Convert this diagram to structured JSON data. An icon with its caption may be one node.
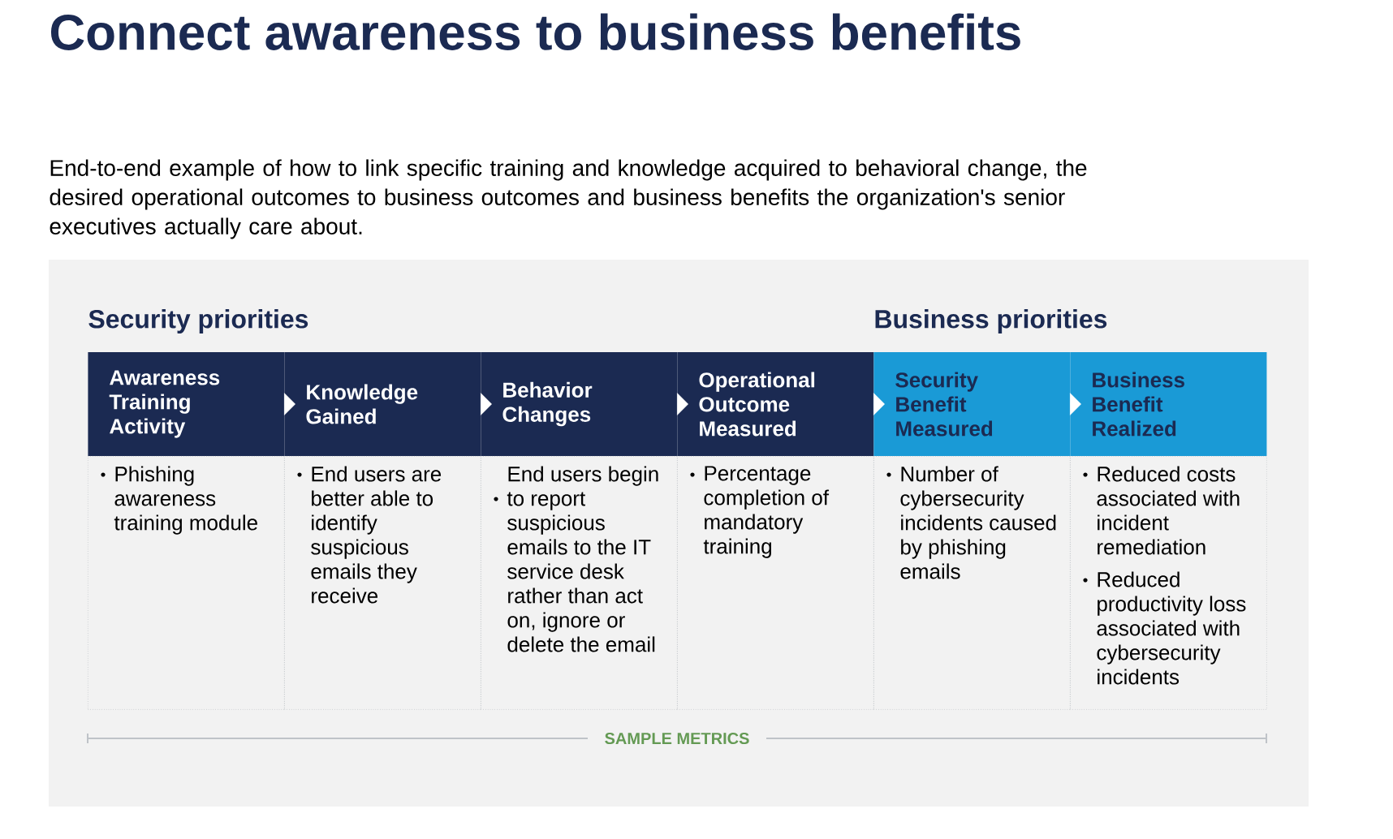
{
  "diagram": {
    "title": "Connect awareness to business benefits",
    "caption": "End-to-end example of how to link specific training and knowledge acquired to behavioral change, the desired operational outcomes to business outcomes and business benefits the organization's senior executives actually care about.",
    "nodes": [
      {
        "text": [
          "Awareness Training Activity"
        ]
      },
      {
        "text": [
          "Knowledge Gained"
        ]
      },
      {
        "text": [
          "Behavior Changes"
        ]
      },
      {
        "text": [
          "Operational Outcome Measured"
        ]
      },
      {
        "text": [
          "Security Benefit Measured"
        ]
      },
      {
        "text": [
          "Business Benefit Realized"
        ]
      },
      {
        "text": [
          "Phishing awareness training module"
        ]
      },
      {
        "text": [
          "End users are better able to identify suspicious emails they receive"
        ]
      },
      {
        "text": [
          "End users begin to report suspicious emails to the IT service desk rather than act on, ignore or delete the email"
        ]
      },
      {
        "text": [
          "Percentage completion of mandatory training"
        ]
      },
      {
        "text": [
          "Number of cybersecurity incidents caused by phishing emails"
        ]
      },
      {
        "text": [
          "Reduced costs associated with incident remediation",
          "Reduced productivity loss associated with cybersecurity incidents"
        ]
      }
    ],
    "edges": [
      {
        "from": 0,
        "to": 1,
        "arrow": "to"
      },
      {
        "from": 1,
        "to": 2,
        "arrow": "to"
      },
      {
        "from": 2,
        "to": 3,
        "arrow": "to"
      },
      {
        "from": 3,
        "to": 4,
        "arrow": "to"
      },
      {
        "from": 4,
        "to": 5,
        "arrow": "to"
      }
    ],
    "labels": [
      "Security priorities",
      "Business priorities",
      "SAMPLE METRICS"
    ]
  }
}
